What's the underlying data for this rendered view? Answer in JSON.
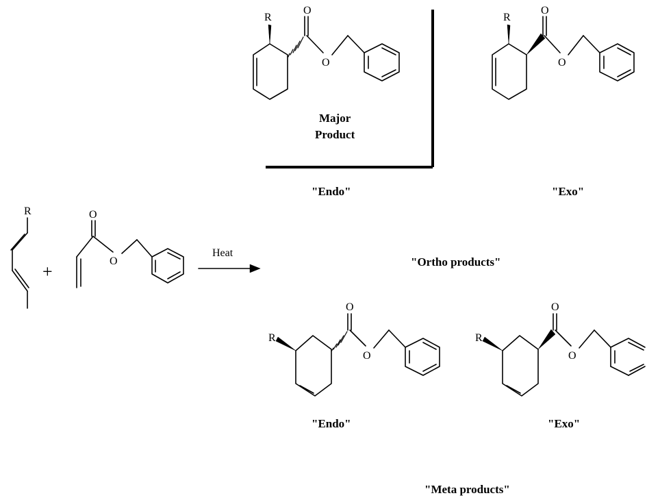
{
  "reaction": {
    "plus_sign": "+",
    "arrow_label": "Heat"
  },
  "atoms": {
    "R": "R",
    "O": "O"
  },
  "ortho": {
    "major_line1": "Major",
    "major_line2": "Product",
    "endo_label": "\"Endo\"",
    "exo_label": "\"Exo\"",
    "group_label": "\"Ortho products\""
  },
  "meta": {
    "endo_label": "\"Endo\"",
    "exo_label": "\"Exo\"",
    "group_label": "\"Meta products\""
  },
  "colors": {
    "ink": "#000000",
    "background": "#ffffff"
  }
}
